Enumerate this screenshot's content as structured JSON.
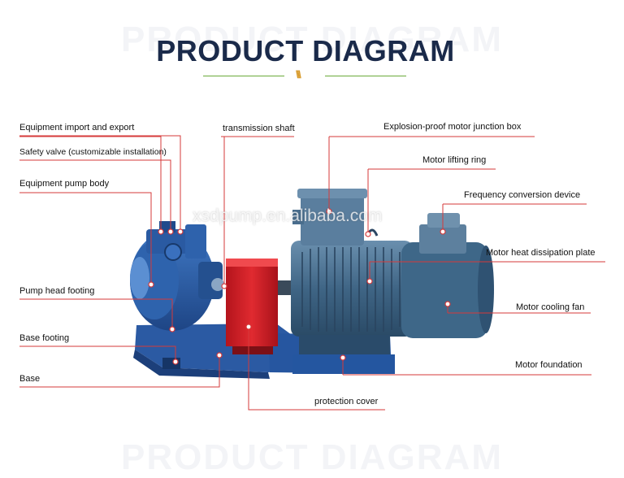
{
  "header": {
    "title": "PRODUCT DIAGRAM",
    "ghost_title": "PRODUCT DIAGRAM",
    "ornament": "\\\\\\"
  },
  "watermark": "xsdpump.en.alibaba.com",
  "colors": {
    "leader": "#d63a3a",
    "pump_blue": "#2f5fa8",
    "coupling_guard": "#d8202a",
    "motor_steel": "#4a7396",
    "accent_green": "#6aaa3a"
  },
  "labels": {
    "import_export": "Equipment import and export",
    "safety_valve": "Safety valve (customizable installation)",
    "pump_body": "Equipment pump body",
    "pump_head_footing": "Pump head footing",
    "base_footing": "Base footing",
    "base": "Base",
    "transmission_shaft": "transmission shaft",
    "protection_cover": "protection cover",
    "junction_box": "Explosion-proof motor junction box",
    "lifting_ring": "Motor lifting ring",
    "frequency_device": "Frequency conversion device",
    "heat_plate": "Motor heat dissipation plate",
    "cooling_fan": "Motor cooling fan",
    "motor_foundation": "Motor foundation"
  }
}
